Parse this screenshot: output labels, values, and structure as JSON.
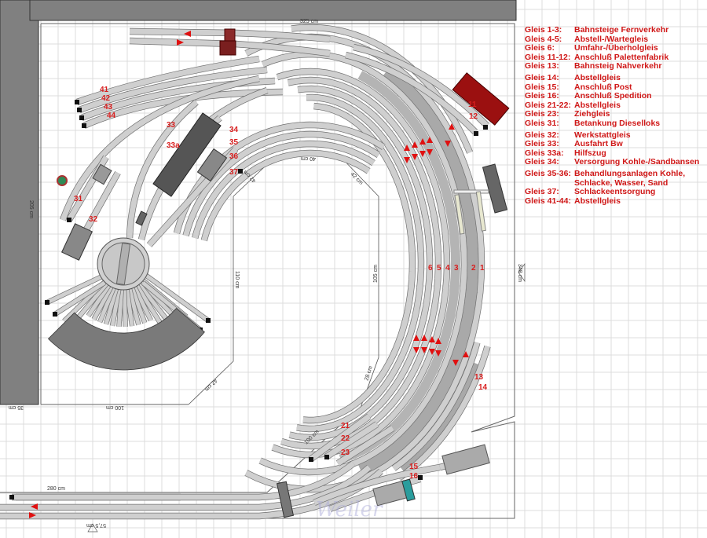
{
  "legend": [
    {
      "key": "Gleis 1-3:",
      "value": "Bahnsteige Fernverkehr"
    },
    {
      "key": "Gleis 4-5:",
      "value": "Abstell-/Wartegleis"
    },
    {
      "key": "Gleis 6:",
      "value": "Umfahr-/Überholgleis"
    },
    {
      "key": "Gleis 11-12:",
      "value": "Anschluß Palettenfabrik"
    },
    {
      "key": "Gleis 13:",
      "value": "Bahnsteig Nahverkehr"
    },
    {
      "key": "Gleis 14:",
      "value": "Abstellgleis"
    },
    {
      "key": "Gleis 15:",
      "value": "Anschluß Post"
    },
    {
      "key": "Gleis 16:",
      "value": "Anschluß Spedition"
    },
    {
      "key": "Gleis 21-22:",
      "value": "Abstellgleis"
    },
    {
      "key": "Gleis 23:",
      "value": "Ziehgleis"
    },
    {
      "key": "Gleis 31:",
      "value": "Betankung Dieselloks"
    },
    {
      "key": "Gleis 32:",
      "value": "Werkstattgleis"
    },
    {
      "key": "Gleis 33:",
      "value": "Ausfahrt Bw"
    },
    {
      "key": "Gleis 33a:",
      "value": "Hilfszug"
    },
    {
      "key": "Gleis 34:",
      "value": "Versorgung Kohle-/Sandbansen"
    },
    {
      "key": "Gleis 35-36:",
      "value": "Behandlungsanlagen Kohle,"
    },
    {
      "key": "",
      "value": "Schlacke, Wasser, Sand"
    },
    {
      "key": "Gleis 37:",
      "value": "Schlackeentsorgung"
    },
    {
      "key": "Gleis 41-44:",
      "value": "Abstellgleis"
    }
  ],
  "track_labels": {
    "t1": "1",
    "t2": "2",
    "t3": "3",
    "t4": "4",
    "t5": "5",
    "t6": "6",
    "t11": "11",
    "t12": "12",
    "t13": "13",
    "t14": "14",
    "t15": "15",
    "t16": "16",
    "t21": "21",
    "t22": "22",
    "t23": "23",
    "t31": "31",
    "t32": "32",
    "t33": "33",
    "t33a": "33a",
    "t34": "34",
    "t35": "35",
    "t36": "36",
    "t37": "37",
    "t41": "41",
    "t42": "42",
    "t43": "43",
    "t44": "44"
  },
  "dimensions": {
    "top_width": "325 cm",
    "left_height": "205 cm",
    "right_height": "348 cm",
    "inner_top": "40 cm",
    "inner_diag_left": "42 cm",
    "inner_diag_right": "42 cm",
    "inner_left": "110 cm",
    "inner_right": "105 cm",
    "inner_diag_bottom_right": "28 cm",
    "inner_diag_bottom_left": "42 cm",
    "bottom_left_width": "100 cm",
    "left_strip": "35 cm",
    "diag_bottom": "100 cm",
    "lower_extension": "280 cm",
    "lower_depth": "57,5 cm"
  },
  "watermark": "Weiler",
  "colors": {
    "label_red": "#d81e1e",
    "track": "#c8c8c8",
    "platform": "#a9a9a9",
    "wall": "#808080",
    "factory": "#9b1010"
  }
}
